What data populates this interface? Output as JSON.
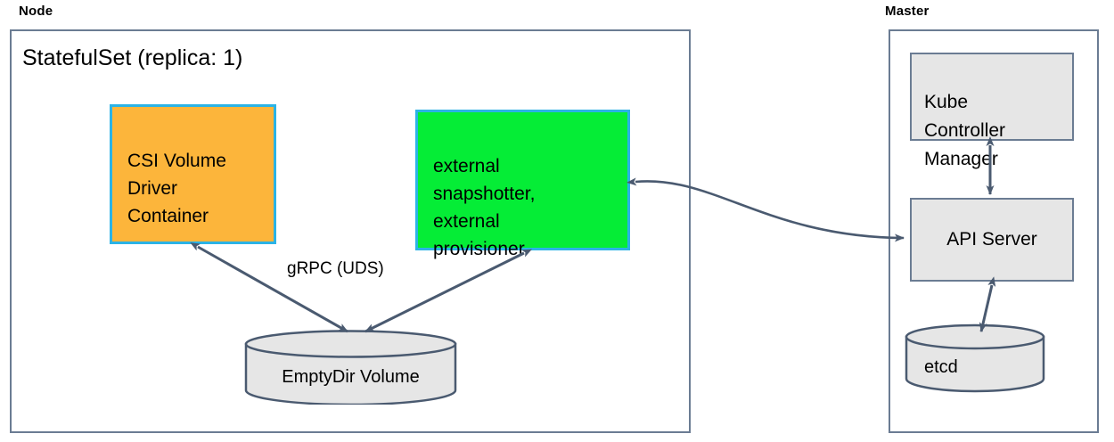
{
  "diagram": {
    "title": "CSI external components StatefulSet topology",
    "colors": {
      "orange_fill": "#FCB53B",
      "green_fill": "#05ED36",
      "accent_border": "#2BB3E6",
      "grey_fill": "#E6E6E6",
      "line": "#4A5A70",
      "container_border": "#6B7C93"
    }
  },
  "node_group": {
    "label": "Node",
    "statefulset_title": "StatefulSet (replica: 1)",
    "csi_driver_box": {
      "label": "CSI Volume\nDriver\nContainer"
    },
    "external_box": {
      "label": "external\nsnapshotter,\nexternal\nprovisioner"
    },
    "volume": {
      "label": "EmptyDir Volume"
    },
    "grpc_edge_label": "gRPC (UDS)"
  },
  "master_group": {
    "label": "Master",
    "kube_controller_manager": {
      "label": "Kube\nController\nManager"
    },
    "api_server": {
      "label": "API Server"
    },
    "etcd": {
      "label": "etcd"
    }
  }
}
